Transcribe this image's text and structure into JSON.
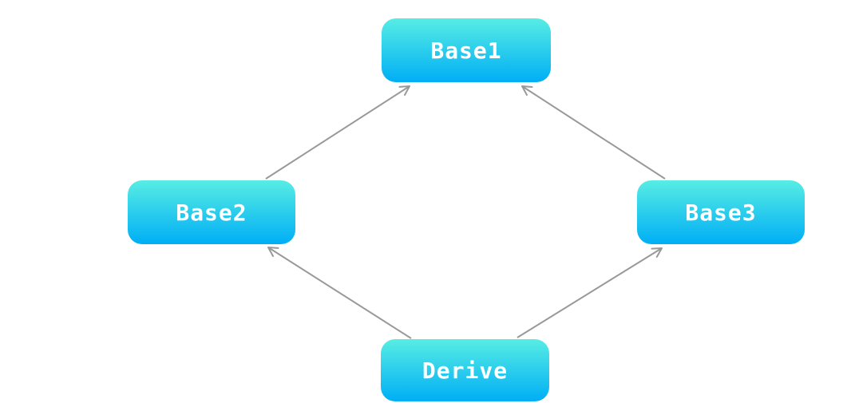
{
  "theme": {
    "background": "#ffffff",
    "node_gradient_top": "#57EDE4",
    "node_gradient_bottom": "#00AEF5",
    "node_text_color": "#ffffff",
    "arrow_color": "#999999"
  },
  "diagram": {
    "type": "class-inheritance-diagram",
    "nodes": [
      {
        "id": "base1",
        "label": "Base1"
      },
      {
        "id": "base2",
        "label": "Base2"
      },
      {
        "id": "base3",
        "label": "Base3"
      },
      {
        "id": "derive",
        "label": "Derive"
      }
    ],
    "edges": [
      {
        "from": "Base2",
        "to": "Base1"
      },
      {
        "from": "Base3",
        "to": "Base1"
      },
      {
        "from": "Derive",
        "to": "Base2"
      },
      {
        "from": "Derive",
        "to": "Base3"
      }
    ]
  }
}
